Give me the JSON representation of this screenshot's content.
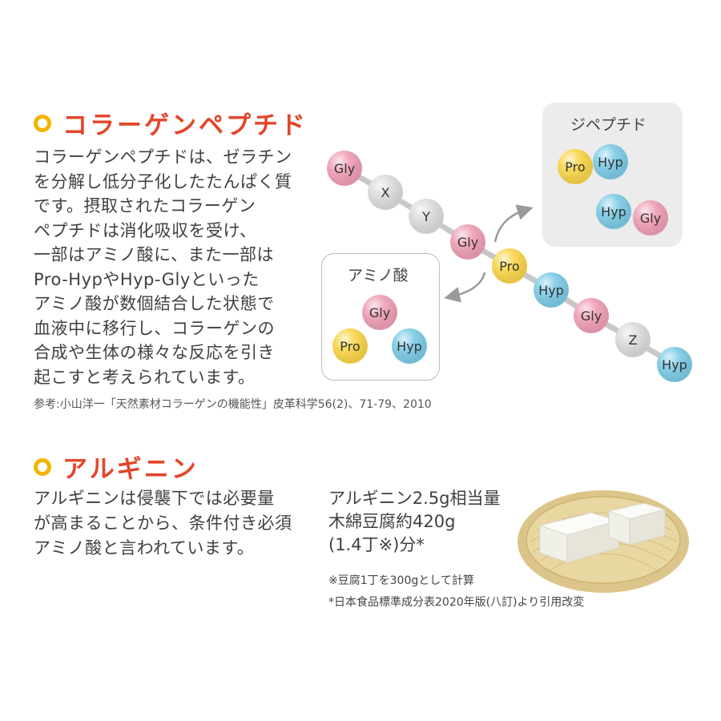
{
  "collagen": {
    "title": "コラーゲンペプチド",
    "body": "コラーゲンペプチドは、ゼラチン\nを分解し低分子化したたんぱく質\nです。摂取されたコラーゲン\nペプチドは消化吸収を受け、\n一部はアミノ酸に、また一部は\nPro-HypやHyp-Glyといった\nアミノ酸が数個結合した状態で\n血液中に移行し、コラーゲンの\n合成や生体の様々な反応を引き\n起こすと考えられています。",
    "reference": "参考:小山洋一「天然素材コラーゲンの機能性」皮革科学56(2)、71-79、2010"
  },
  "diagram": {
    "chain": [
      {
        "label": "Gly",
        "color": "pink"
      },
      {
        "label": "X",
        "color": "gray"
      },
      {
        "label": "Y",
        "color": "gray"
      },
      {
        "label": "Gly",
        "color": "pink"
      },
      {
        "label": "Pro",
        "color": "yellow"
      },
      {
        "label": "Hyp",
        "color": "blue"
      },
      {
        "label": "Gly",
        "color": "pink"
      },
      {
        "label": "Z",
        "color": "gray"
      },
      {
        "label": "Hyp",
        "color": "blue"
      }
    ],
    "amino_box_label": "アミノ酸",
    "amino": [
      {
        "label": "Gly",
        "color": "pink"
      },
      {
        "label": "Pro",
        "color": "yellow"
      },
      {
        "label": "Hyp",
        "color": "blue"
      }
    ],
    "dipeptide_box_label": "ジペプチド",
    "dipeptides": [
      [
        {
          "label": "Pro",
          "color": "yellow"
        },
        {
          "label": "Hyp",
          "color": "blue"
        }
      ],
      [
        {
          "label": "Hyp",
          "color": "blue"
        },
        {
          "label": "Gly",
          "color": "pink"
        }
      ]
    ],
    "colors": {
      "pink": "#ef9fb6",
      "gray": "#dcdcdc",
      "yellow": "#f9d54a",
      "blue": "#7dcbe6",
      "link": "#c8c8c8",
      "arrow": "#999999"
    }
  },
  "arginine": {
    "title": "アルギニン",
    "body": "アルギニンは侵襲下では必要量\nが高まることから、条件付き必須\nアミノ酸と言われています。",
    "equivalent": "アルギニン2.5g相当量\n木綿豆腐約420g\n(1.4丁※)分*",
    "note1": "※豆腐1丁を300gとして計算",
    "note2": "*日本食品標準成分表2020年版(八訂)より引用改変"
  },
  "accent": {
    "title_color": "#e2462b",
    "ring_color": "#f2b500"
  }
}
